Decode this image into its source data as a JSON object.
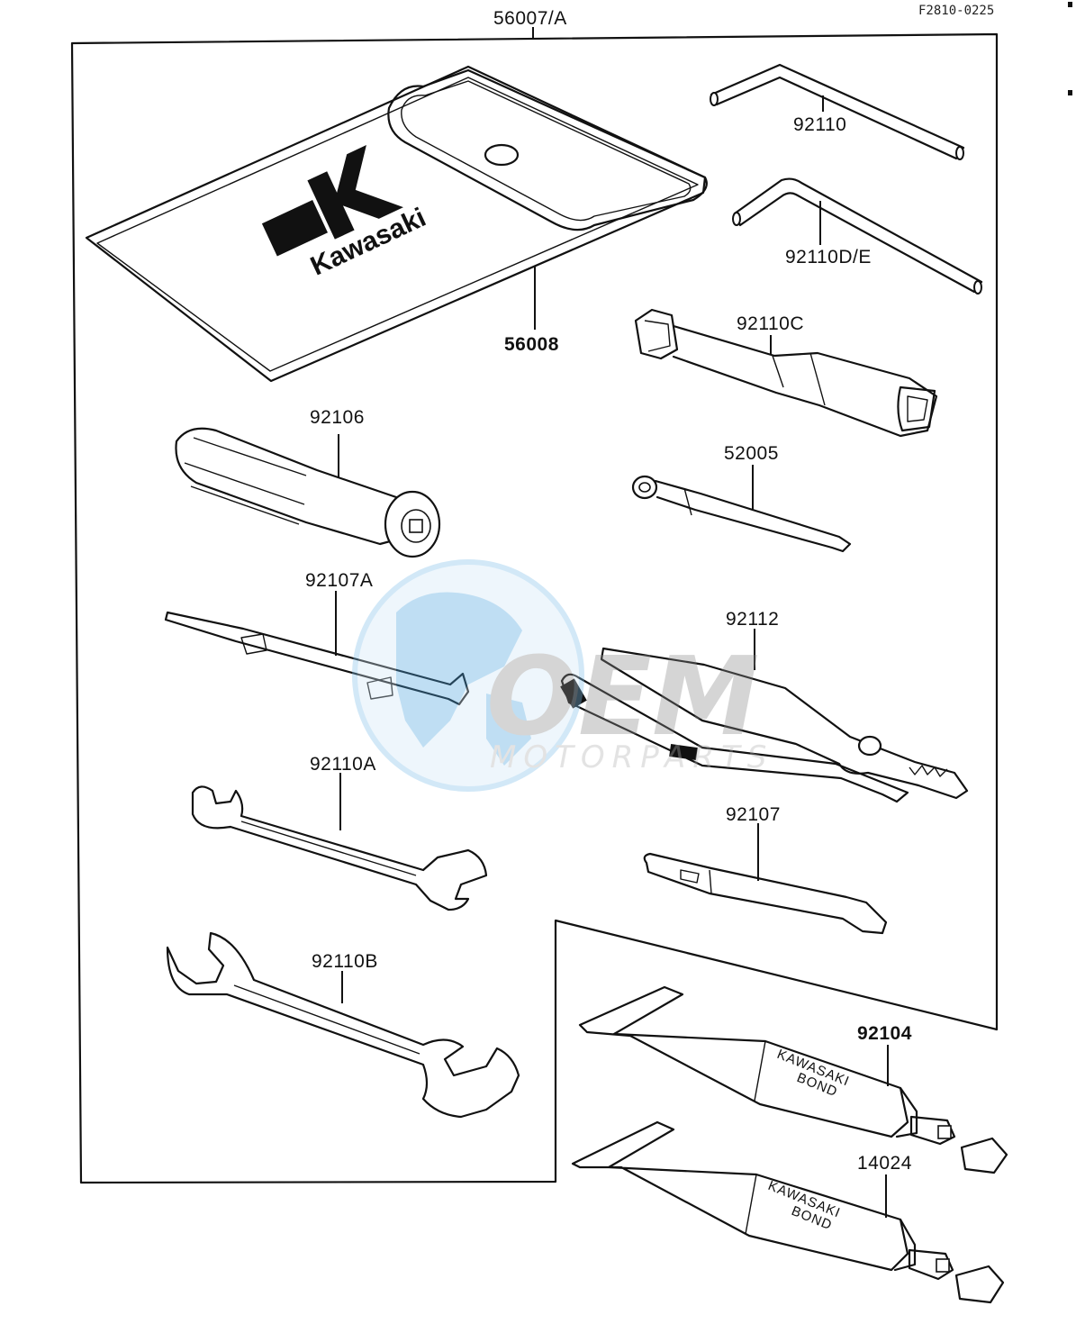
{
  "drawing_code": "F2810-0225",
  "kit_label": "56007/A",
  "brand_text": "Kawasaki",
  "parts": {
    "pouch": "56008",
    "hex_wrench": "92110",
    "hex_wrench_de": "92110D/E",
    "plug_wrench": "92110C",
    "handle": "92106",
    "spoke_wrench": "52005",
    "screwdriver_a": "92107A",
    "pliers": "92112",
    "wrench_a": "92110A",
    "screwdriver": "92107",
    "wrench_b": "92110B",
    "bond_tube_1": "92104",
    "bond_tube_2": "14024"
  },
  "tube_text": [
    "KAWASAKI",
    "BOND"
  ],
  "watermark": {
    "text_main": "OEM",
    "text_sub": "MOTORPARTS",
    "color": "#4aa3df"
  }
}
